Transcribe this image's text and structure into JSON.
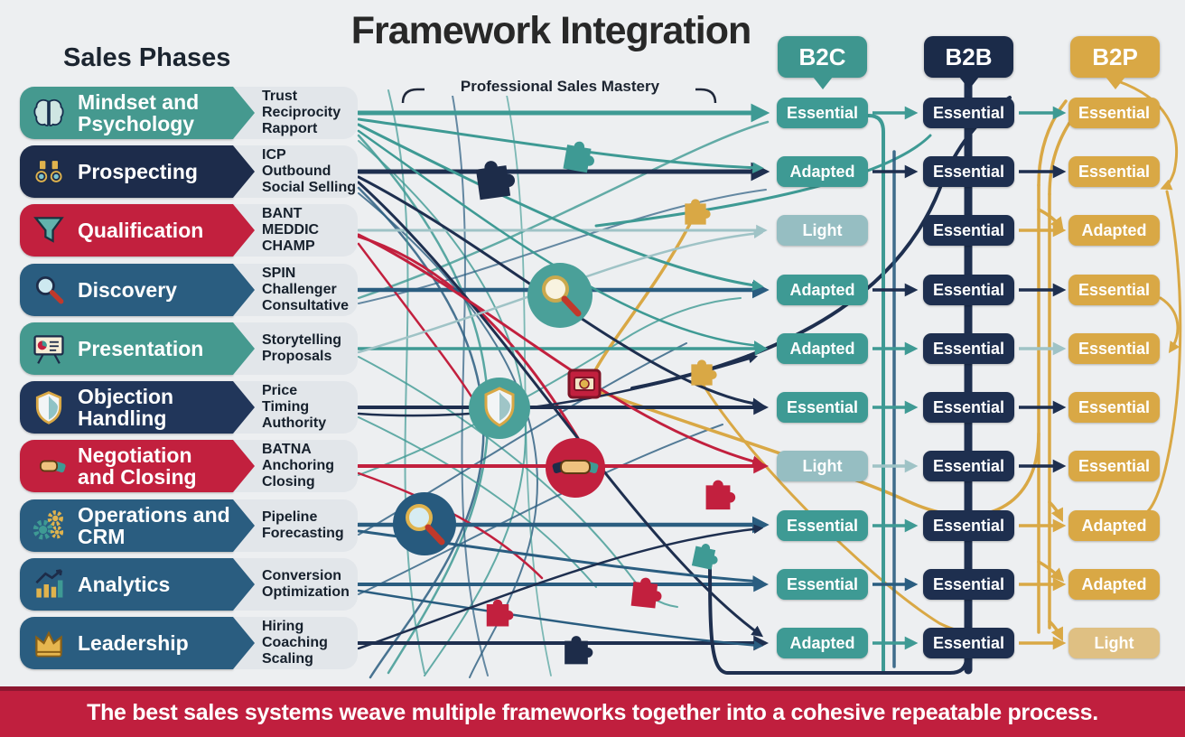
{
  "title": "Framework Integration",
  "sales_phases_heading": "Sales Phases",
  "bracket_label": "Professional Sales Mastery",
  "footer": "The best sales systems weave multiple frameworks together into a cohesive repeatable process.",
  "columns": [
    {
      "id": "b2c",
      "label": "B2C",
      "color": "#3e968f"
    },
    {
      "id": "b2b",
      "label": "B2B",
      "color": "#1b2b49"
    },
    {
      "id": "b2p",
      "label": "B2P",
      "color": "#d9a845"
    }
  ],
  "phases": [
    {
      "name": "Mindset and Psychology",
      "icon": "brain-icon",
      "color": "#45998f",
      "frameworks": [
        "Trust",
        "Reciprocity",
        "Rapport"
      ],
      "b2c": "Essential",
      "b2b": "Essential",
      "b2p": "Essential"
    },
    {
      "name": "Prospecting",
      "icon": "binoculars-icon",
      "color": "#1d2c4b",
      "frameworks": [
        "ICP",
        "Outbound",
        "Social Selling"
      ],
      "b2c": "Adapted",
      "b2b": "Essential",
      "b2p": "Essential"
    },
    {
      "name": "Qualification",
      "icon": "funnel-icon",
      "color": "#c2203e",
      "frameworks": [
        "BANT",
        "MEDDIC",
        "CHAMP"
      ],
      "b2c": "Light",
      "b2b": "Essential",
      "b2p": "Adapted"
    },
    {
      "name": "Discovery",
      "icon": "magnifier-icon",
      "color": "#2a5d80",
      "frameworks": [
        "SPIN",
        "Challenger",
        "Consultative"
      ],
      "b2c": "Adapted",
      "b2b": "Essential",
      "b2p": "Essential"
    },
    {
      "name": "Presentation",
      "icon": "presentation-icon",
      "color": "#45998f",
      "frameworks": [
        "Storytelling",
        "Proposals"
      ],
      "b2c": "Adapted",
      "b2b": "Essential",
      "b2p": "Essential"
    },
    {
      "name": "Objection Handling",
      "icon": "shield-icon",
      "color": "#21365a",
      "frameworks": [
        "Price",
        "Timing",
        "Authority"
      ],
      "b2c": "Essential",
      "b2b": "Essential",
      "b2p": "Essential"
    },
    {
      "name": "Negotiation and Closing",
      "icon": "handshake-icon",
      "color": "#c2203e",
      "frameworks": [
        "BATNA",
        "Anchoring",
        "Closing"
      ],
      "b2c": "Light",
      "b2b": "Essential",
      "b2p": "Essential"
    },
    {
      "name": "Operations and CRM",
      "icon": "gears-icon",
      "color": "#2a5d80",
      "frameworks": [
        "Pipeline",
        "Forecasting"
      ],
      "b2c": "Essential",
      "b2b": "Essential",
      "b2p": "Adapted"
    },
    {
      "name": "Analytics",
      "icon": "chart-icon",
      "color": "#2a5d80",
      "frameworks": [
        "Conversion",
        "Optimization"
      ],
      "b2c": "Essential",
      "b2b": "Essential",
      "b2p": "Adapted"
    },
    {
      "name": "Leadership",
      "icon": "crown-icon",
      "color": "#2a5d80",
      "frameworks": [
        "Hiring",
        "Coaching",
        "Scaling"
      ],
      "b2c": "Adapted",
      "b2b": "Essential",
      "b2p": "Light"
    }
  ],
  "badge_palette": {
    "b2c": {
      "Essential": "#3e9a94",
      "Adapted": "#3e9a94",
      "Light": "#96bec2"
    },
    "b2b": {
      "Essential": "#1e2f4f"
    },
    "b2p": {
      "Essential": "#d9a845",
      "Adapted": "#d9a845",
      "Light": "#dfc083"
    }
  },
  "arrows": [
    [
      "teal",
      "teal"
    ],
    [
      "navy",
      "navy"
    ],
    [
      null,
      "gold"
    ],
    [
      "navy",
      "navy"
    ],
    [
      "teal",
      "sage"
    ],
    [
      "teal",
      "navy"
    ],
    [
      "sage",
      "navy"
    ],
    [
      "teal",
      "gold"
    ],
    [
      "steel",
      "gold"
    ],
    [
      "teal",
      "gold"
    ]
  ],
  "colors": {
    "teal": "#3e9a94",
    "navy": "#1e2f4f",
    "steel": "#2a5d80",
    "red": "#c2203e",
    "gold": "#d9a845",
    "sage": "#9fc3c6",
    "banner_red": "#c01f3e",
    "background": "#edeff1",
    "tag_gray": "#e2e6ea"
  },
  "middle_icons": [
    "puzzle-icon",
    "magnifier-icon",
    "shield-icon",
    "handshake-icon",
    "money-icon"
  ]
}
